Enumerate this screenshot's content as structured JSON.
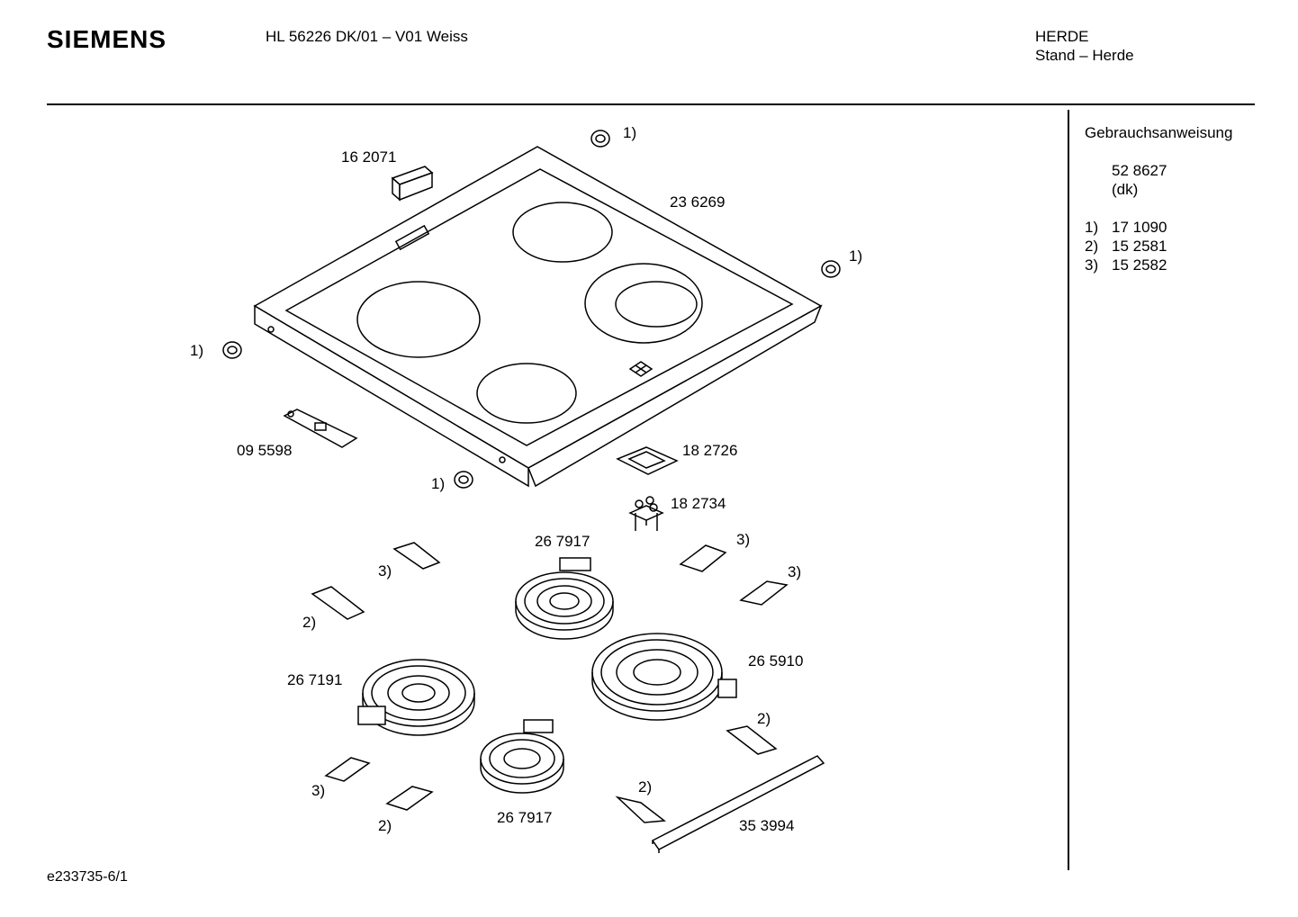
{
  "header": {
    "brand": "SIEMENS",
    "model": "HL 56226 DK/01 – V01 Weiss",
    "category": "HERDE",
    "subcategory": "Stand – Herde"
  },
  "side_panel": {
    "title": "Gebrauchsanweisung",
    "manual_no": "52 8627",
    "manual_lang": "(dk)",
    "notes": [
      {
        "ref": "1)",
        "part": "17 1090"
      },
      {
        "ref": "2)",
        "part": "15 2581"
      },
      {
        "ref": "3)",
        "part": "15 2582"
      }
    ]
  },
  "part_labels": {
    "p162071": "16 2071",
    "p236269": "23 6269",
    "p095598": "09 5598",
    "p182726": "18 2726",
    "p182734": "18 2734",
    "p267917a": "26 7917",
    "p265910": "26 5910",
    "p267191": "26 7191",
    "p267917b": "26 7917",
    "p353994": "35 3994"
  },
  "ref_labels": {
    "knob_top": "1)",
    "knob_right": "1)",
    "knob_left": "1)",
    "knob_bottom": "1)",
    "clip_a": "3)",
    "clip_b": "2)",
    "clip_c": "3)",
    "clip_d": "3)",
    "clip_e": "2)",
    "clip_f": "3)",
    "clip_g": "2)",
    "clip_h": "2)"
  },
  "footer": {
    "code": "e233735-6/1"
  }
}
